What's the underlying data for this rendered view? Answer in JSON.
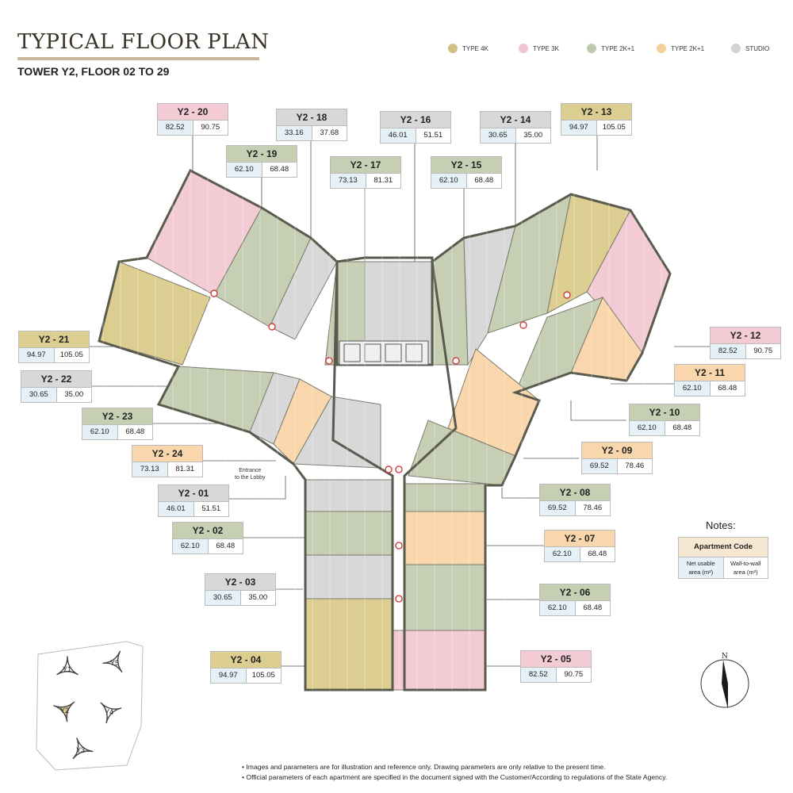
{
  "header": {
    "title": "TYPICAL FLOOR PLAN",
    "subtitle": "TOWER Y2, FLOOR 02 TO 29"
  },
  "legend": [
    {
      "label": "TYPE 4K",
      "color": "#cfc083"
    },
    {
      "label": "TYPE 3K",
      "color": "#f0c4cf"
    },
    {
      "label": "TYPE 2K+1",
      "color": "#bfc8ac"
    },
    {
      "label": "TYPE 2K+1",
      "color": "#f8cf9c"
    },
    {
      "label": "STUDIO",
      "color": "#d3d3d3"
    }
  ],
  "colors": {
    "type4k": "#dccd91",
    "type3k": "#f2cbd5",
    "type2k1_green": "#c6cfb4",
    "type2k1_orange": "#f9d6ab",
    "studio": "#d8d8d8",
    "wall": "#5a5a4e"
  },
  "apartments": [
    {
      "code": "Y2 - 20",
      "net": "82.52",
      "wall": "90.75",
      "type": "type3k"
    },
    {
      "code": "Y2 - 18",
      "net": "33.16",
      "wall": "37.68",
      "type": "studio"
    },
    {
      "code": "Y2 - 16",
      "net": "46.01",
      "wall": "51.51",
      "type": "studio"
    },
    {
      "code": "Y2 - 14",
      "net": "30.65",
      "wall": "35.00",
      "type": "studio"
    },
    {
      "code": "Y2 - 13",
      "net": "94.97",
      "wall": "105.05",
      "type": "type4k"
    },
    {
      "code": "Y2 - 19",
      "net": "62.10",
      "wall": "68.48",
      "type": "type2k1_green"
    },
    {
      "code": "Y2 - 17",
      "net": "73.13",
      "wall": "81.31",
      "type": "type2k1_green"
    },
    {
      "code": "Y2 - 15",
      "net": "62.10",
      "wall": "68.48",
      "type": "type2k1_green"
    },
    {
      "code": "Y2 - 21",
      "net": "94.97",
      "wall": "105.05",
      "type": "type4k"
    },
    {
      "code": "Y2 - 22",
      "net": "30.65",
      "wall": "35.00",
      "type": "studio"
    },
    {
      "code": "Y2 - 23",
      "net": "62.10",
      "wall": "68.48",
      "type": "type2k1_green"
    },
    {
      "code": "Y2 - 24",
      "net": "73.13",
      "wall": "81.31",
      "type": "type2k1_orange"
    },
    {
      "code": "Y2 - 01",
      "net": "46.01",
      "wall": "51.51",
      "type": "studio"
    },
    {
      "code": "Y2 - 02",
      "net": "62.10",
      "wall": "68.48",
      "type": "type2k1_green"
    },
    {
      "code": "Y2 - 03",
      "net": "30.65",
      "wall": "35.00",
      "type": "studio"
    },
    {
      "code": "Y2 - 04",
      "net": "94.97",
      "wall": "105.05",
      "type": "type4k"
    },
    {
      "code": "Y2 - 12",
      "net": "82.52",
      "wall": "90.75",
      "type": "type3k"
    },
    {
      "code": "Y2 - 11",
      "net": "62.10",
      "wall": "68.48",
      "type": "type2k1_orange"
    },
    {
      "code": "Y2 - 10",
      "net": "62.10",
      "wall": "68.48",
      "type": "type2k1_green"
    },
    {
      "code": "Y2 - 09",
      "net": "69.52",
      "wall": "78.46",
      "type": "type2k1_orange"
    },
    {
      "code": "Y2 - 08",
      "net": "69.52",
      "wall": "78.46",
      "type": "type2k1_green"
    },
    {
      "code": "Y2 - 07",
      "net": "62.10",
      "wall": "68.48",
      "type": "type2k1_orange"
    },
    {
      "code": "Y2 - 06",
      "net": "62.10",
      "wall": "68.48",
      "type": "type2k1_green"
    },
    {
      "code": "Y2 - 05",
      "net": "82.52",
      "wall": "90.75",
      "type": "type3k"
    }
  ],
  "entrance_label_1": "Entrance",
  "entrance_label_2": "to the Lobby",
  "notes": {
    "title": "Notes:",
    "code_label": "Apartment Code",
    "net_label_1": "Net usable",
    "net_label_2": "area (m²)",
    "wall_label_1": "Wall-to-wall",
    "wall_label_2": "area (m²)"
  },
  "keymap": {
    "towers": [
      "Y1",
      "Y5",
      "Y2",
      "Y4",
      "Y3"
    ],
    "highlight": "Y2"
  },
  "compass_label": "N",
  "footnotes": [
    "• Images and parameters are for illustration and reference only. Drawing parameters are only relative to the present time.",
    "• Official parameters of each apartment are specified in the document signed with the Customer/According to regulations of the State Agency."
  ]
}
